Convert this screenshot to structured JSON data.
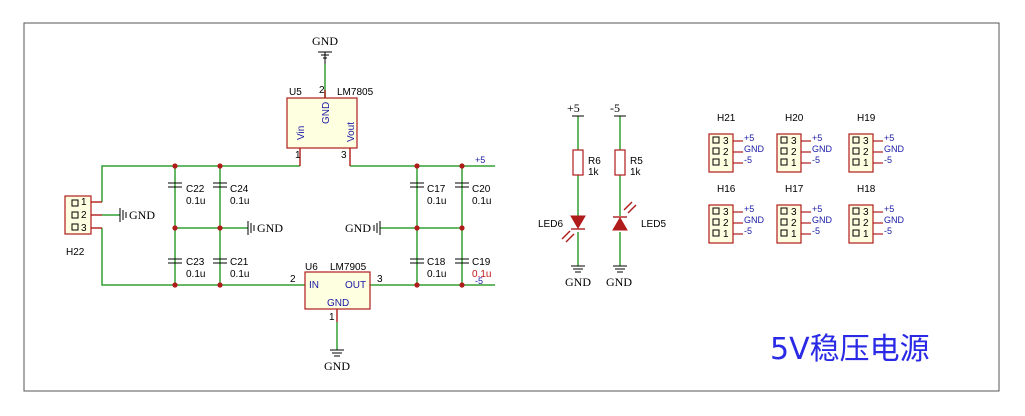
{
  "title": "5V稳压电源",
  "gnd": "GND",
  "nets": {
    "pos5": "+5",
    "neg5": "-5"
  },
  "u5": {
    "ref": "U5",
    "part": "LM7805",
    "pin_gnd": "GND",
    "pin_vin": "Vin",
    "pin_vout": "Vout",
    "p1": "1",
    "p2": "2",
    "p3": "3"
  },
  "u6": {
    "ref": "U6",
    "part": "LM7905",
    "pin_in": "IN",
    "pin_out": "OUT",
    "pin_gnd": "GND",
    "p1": "1",
    "p2": "2",
    "p3": "3"
  },
  "h22": {
    "ref": "H22",
    "pins": [
      "1",
      "2",
      "3"
    ]
  },
  "caps": [
    {
      "ref": "C22",
      "val": "0.1u"
    },
    {
      "ref": "C24",
      "val": "0.1u"
    },
    {
      "ref": "C23",
      "val": "0.1u"
    },
    {
      "ref": "C21",
      "val": "0.1u"
    },
    {
      "ref": "C17",
      "val": "0.1u"
    },
    {
      "ref": "C20",
      "val": "0.1u"
    },
    {
      "ref": "C18",
      "val": "0.1u"
    },
    {
      "ref": "C19",
      "val": "0.1u"
    }
  ],
  "leds": {
    "r6": {
      "ref": "R6",
      "val": "1k"
    },
    "r5": {
      "ref": "R5",
      "val": "1k"
    },
    "led6": "LED6",
    "led5": "LED5"
  },
  "headers": [
    {
      "ref": "H21"
    },
    {
      "ref": "H20"
    },
    {
      "ref": "H19"
    },
    {
      "ref": "H16"
    },
    {
      "ref": "H17"
    },
    {
      "ref": "H18"
    }
  ],
  "header_pins": [
    "3",
    "2",
    "1"
  ]
}
